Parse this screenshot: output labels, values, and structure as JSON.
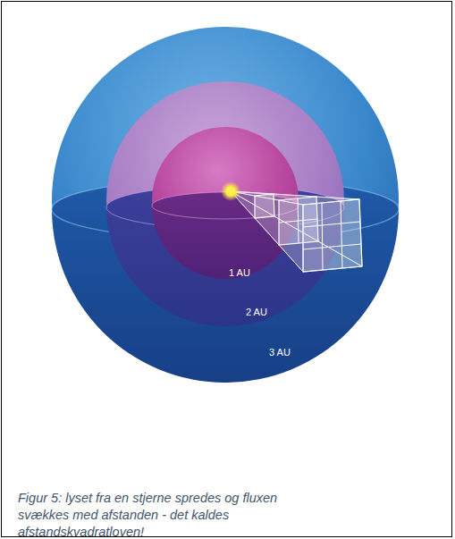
{
  "diagram": {
    "caption": "Figur 5: lyset fra en stjerne spredes og fluxen svækkes med afstanden - det kaldes afstandskvadratloven!",
    "labels": [
      "1 AU",
      "2 AU",
      "3 AU"
    ]
  }
}
